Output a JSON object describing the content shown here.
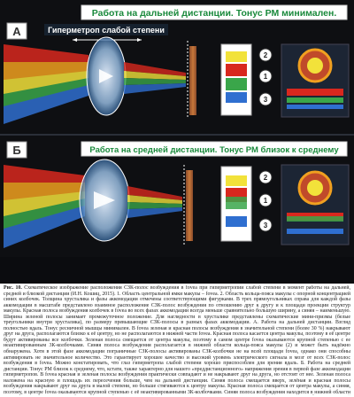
{
  "panel_a": {
    "letter": "А",
    "title": "Работа на дальней дистанции. Тонус РМ минимален.",
    "lens_label": "Гиперметроп слабой степени",
    "markers": [
      "1",
      "2",
      "3"
    ]
  },
  "panel_b": {
    "letter": "Б",
    "title": "Работа на средней дистанции. Тонус РМ близок к среднему",
    "markers": [
      "1",
      "2",
      "3"
    ]
  },
  "colors": {
    "title_bg": "#ffffff",
    "title_text": "#1a8a3c",
    "red": "#d8281e",
    "orange": "#f0a020",
    "yellow": "#f2e23a",
    "green": "#3aa64a",
    "blue": "#2f6fd0"
  },
  "caption": {
    "label": "Рис. 10.",
    "text": "Схематическое изображение расположения СЗК-полос возбуждения в fovea при гиперметропии слабой степени в момент работы на дальней, средней и близкой дистанции (И.Н. Кошиц, 2015). 1. Область центральной ямки макулы – fovea. 2. Область кольца-пояса макулы с опорной концентрацией синих колбочек. Толщина хрусталика и фазы аккомодации отмечены соответствующими фигурками. В трех прямоугольниках справа для каждой фазы аккомодации в масштабе представлено взаимное расположение СЗК-полос возбуждения по отношению друг к другу и к площади проекции структур макулы. Красная полоса возбуждения колбочек в fovea во всех фазах аккомодации всегда меньше сравнительно большую ширину, а синяя – наименьшую. Ширина зеленой полосы занимает промежуточное положение. Для наглядности в хрусталике представлены схематические мини-призмы (белые треугольники внутри хрусталика), по размеру превышающие СЗК-полосы в разных фазах аккомодации. А. Работа на дальней дистанции. Взгляд полностью вдаль. Тонус ресничной мышцы минимален. В fovea зеленая и красная полосы возбуждения в значительной степени (более 30 %) накрывают друг на друга, располагаются близко к её центру, но не располагаются в нижней части fovea. Красная полоса касается центра макулы, поэтому в её центре будут активированы все колбочки. Зеленая полоса смещается от центра макулы, поэтому в самом центре fovea оказываются крупной степенью с ее неактивированным 3К-колбочками. Синяя полоса возбуждения располагается в нижней области кольца-пояса макулы (2) и может быть надёжно обнаружена. Хотя в этой фазе аккомодации пограничные СЗК-полосы активированы СЗК-колбочки не на всей площади fovea, однако они способны активировать не значительное количество. Это гарантирует хорошее качество и высокий уровень электрического сигнала в мозг от всех СЗК-полос возбуждения в fovea. Можно констатировать, что глаз гиперметропа слабой степени хорошо приспособлен для зрения вдаль. Б. Работа на средней дистанции. Тонус РМ близок к среднему, что, кстати, также характерно для нашего «преддистанционного» напряжения зрения в первой фазе аккомодации гиперметропов. В fovea красная и зеленая полосы возбуждения практически совпадают и не накрывают друг на друга, но отстоят от нее. Зеленая полоса наложена на красную и площадь их пересечения больше, чем на дальней дистанции. Синяя полоса смещается вверх, зелёная и красная полосы возбуждения накрывают друг на друга в малой степени, но больше стягиваются к центру макулы. Красная полоса смещается от центра макулы, а синяя, поэтому, в центре fovea оказываются крупной степенью с её неактивированными 3К-колбочками. Синяя полоса возбуждения находится в нижней области кольца-пояса макулы и может быть уверенно обнаружена. В этой фазе аккомодации пограничные СЗК-полосы активированы СЗК-колбочки не на всей площади fovea, однако они ещё способны активировать их значительное количество. Такое расположение СЗК-полос гарантирует хорошее качество и высокий уровень входного электрического сигнала в мозг от СЗК-полос возбуждения в fovea."
  }
}
